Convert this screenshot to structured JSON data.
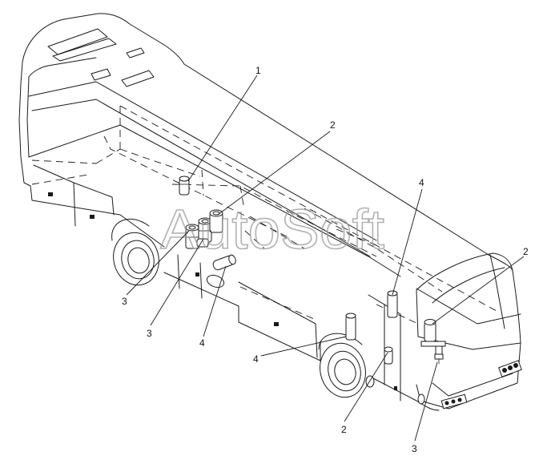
{
  "watermark": "AutoSoft",
  "callouts": [
    {
      "id": "c1",
      "label": "1"
    },
    {
      "id": "c2a",
      "label": "2"
    },
    {
      "id": "c2b",
      "label": "2"
    },
    {
      "id": "c2c",
      "label": "2"
    },
    {
      "id": "c3a",
      "label": "3"
    },
    {
      "id": "c3b",
      "label": "3"
    },
    {
      "id": "c3c",
      "label": "3"
    },
    {
      "id": "c4a",
      "label": "4"
    },
    {
      "id": "c4b",
      "label": "4"
    },
    {
      "id": "c4c",
      "label": "4"
    }
  ]
}
